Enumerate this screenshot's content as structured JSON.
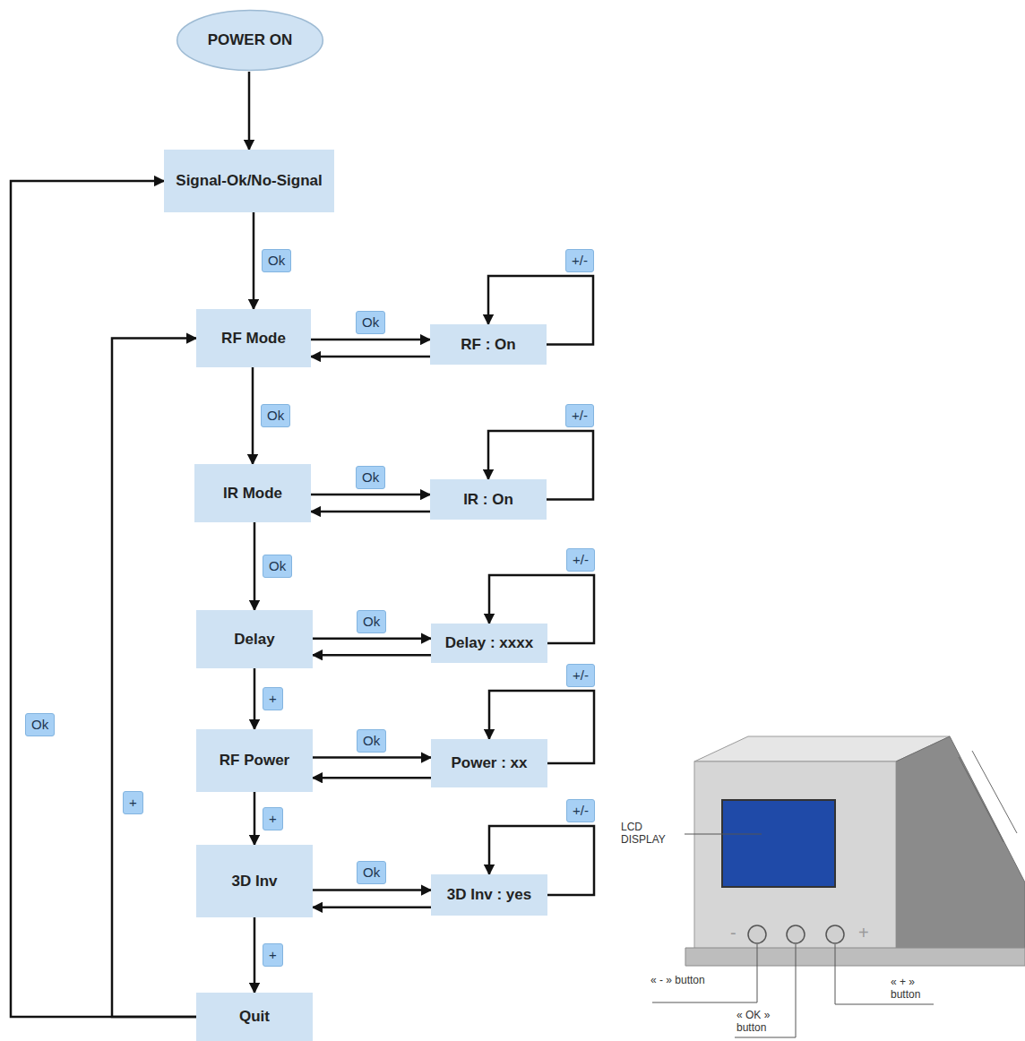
{
  "diagram": {
    "nodes": [
      {
        "text": [
          "POWER ON"
        ]
      },
      {
        "text": [
          "Signal-Ok/No-Signal"
        ]
      },
      {
        "text": [
          "RF Mode"
        ]
      },
      {
        "text": [
          "RF : On"
        ]
      },
      {
        "text": [
          "IR Mode"
        ]
      },
      {
        "text": [
          "IR : On"
        ]
      },
      {
        "text": [
          "Delay"
        ]
      },
      {
        "text": [
          "Delay : xxxx"
        ]
      },
      {
        "text": [
          "RF Power"
        ]
      },
      {
        "text": [
          "Power : xx"
        ]
      },
      {
        "text": [
          "3D Inv"
        ]
      },
      {
        "text": [
          "3D Inv : yes"
        ]
      },
      {
        "text": [
          "Quit"
        ]
      }
    ],
    "edges": [
      {
        "from": 0,
        "to": 1,
        "arrow": "to"
      },
      {
        "from": 1,
        "to": 2,
        "label": "Ok",
        "arrow": "to"
      },
      {
        "from": 2,
        "to": 3,
        "label": "Ok",
        "arrow": "to"
      },
      {
        "from": 3,
        "to": 2,
        "arrow": "to"
      },
      {
        "from": 3,
        "to": 3,
        "label": "+/-",
        "arrow": "to"
      },
      {
        "from": 2,
        "to": 4,
        "label": "Ok",
        "arrow": "to"
      },
      {
        "from": 4,
        "to": 5,
        "label": "Ok",
        "arrow": "to"
      },
      {
        "from": 5,
        "to": 4,
        "arrow": "to"
      },
      {
        "from": 5,
        "to": 5,
        "label": "+/-",
        "arrow": "to"
      },
      {
        "from": 4,
        "to": 6,
        "label": "Ok",
        "arrow": "to"
      },
      {
        "from": 6,
        "to": 7,
        "label": "Ok",
        "arrow": "to"
      },
      {
        "from": 7,
        "to": 6,
        "arrow": "to"
      },
      {
        "from": 7,
        "to": 7,
        "label": "+/-",
        "arrow": "to"
      },
      {
        "from": 6,
        "to": 8,
        "label": "+",
        "arrow": "to"
      },
      {
        "from": 8,
        "to": 9,
        "label": "Ok",
        "arrow": "to"
      },
      {
        "from": 9,
        "to": 8,
        "arrow": "to"
      },
      {
        "from": 9,
        "to": 9,
        "label": "+/-",
        "arrow": "to"
      },
      {
        "from": 8,
        "to": 10,
        "label": "+",
        "arrow": "to"
      },
      {
        "from": 10,
        "to": 11,
        "label": "Ok",
        "arrow": "to"
      },
      {
        "from": 11,
        "to": 10,
        "arrow": "to"
      },
      {
        "from": 11,
        "to": 11,
        "label": "+/-",
        "arrow": "to"
      },
      {
        "from": 10,
        "to": 12,
        "label": "+",
        "arrow": "to"
      },
      {
        "from": 12,
        "to": 1,
        "label": "Ok",
        "arrow": "to"
      },
      {
        "from": 12,
        "to": 2,
        "label": "+",
        "arrow": "to"
      }
    ],
    "labels": [
      "LCD DISPLAY",
      "-",
      "+",
      "« - » button",
      "« OK » button",
      "« + » button"
    ]
  }
}
